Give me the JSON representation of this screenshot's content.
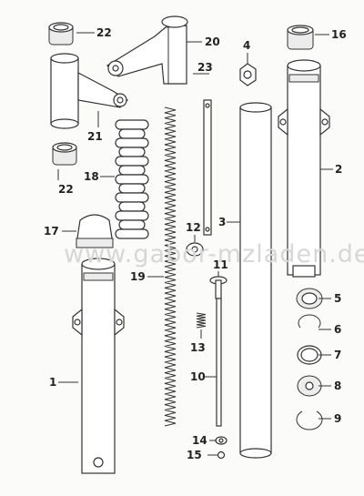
{
  "watermark": "www.gabor-mzladen.de",
  "parts": [
    {
      "id": "p22a",
      "label": "22"
    },
    {
      "id": "p20",
      "label": "20"
    },
    {
      "id": "p4",
      "label": "4"
    },
    {
      "id": "p16",
      "label": "16"
    },
    {
      "id": "p23",
      "label": "23"
    },
    {
      "id": "p21",
      "label": "21"
    },
    {
      "id": "p22b",
      "label": "22"
    },
    {
      "id": "p18",
      "label": "18"
    },
    {
      "id": "p2",
      "label": "2"
    },
    {
      "id": "p17",
      "label": "17"
    },
    {
      "id": "p12",
      "label": "12"
    },
    {
      "id": "p3",
      "label": "3"
    },
    {
      "id": "p11",
      "label": "11"
    },
    {
      "id": "p19",
      "label": "19"
    },
    {
      "id": "p5",
      "label": "5"
    },
    {
      "id": "p6",
      "label": "6"
    },
    {
      "id": "p13",
      "label": "13"
    },
    {
      "id": "p7",
      "label": "7"
    },
    {
      "id": "p1",
      "label": "1"
    },
    {
      "id": "p10",
      "label": "10"
    },
    {
      "id": "p8",
      "label": "8"
    },
    {
      "id": "p9",
      "label": "9"
    },
    {
      "id": "p14",
      "label": "14"
    },
    {
      "id": "p15",
      "label": "15"
    }
  ]
}
